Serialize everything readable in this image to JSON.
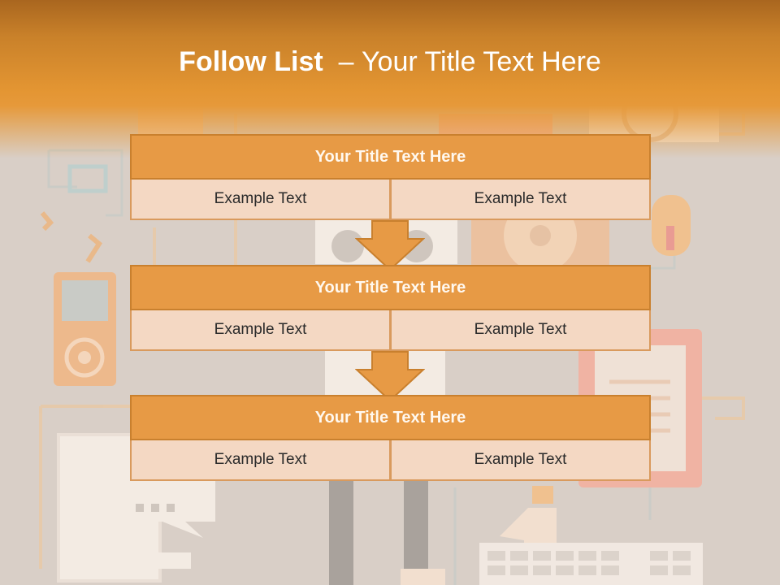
{
  "slide": {
    "title_bold": "Follow List",
    "title_separator": "–",
    "title_rest": "Your Title Text Here",
    "blocks": [
      {
        "header": "Your Title Text Here",
        "cells": [
          "Example Text",
          "Example Text"
        ]
      },
      {
        "header": "Your Title Text Here",
        "cells": [
          "Example Text",
          "Example Text"
        ]
      },
      {
        "header": "Your Title Text Here",
        "cells": [
          "Example Text",
          "Example Text"
        ]
      }
    ]
  },
  "colors": {
    "header_orange": "#e39532",
    "block_header": "#e79a45",
    "block_cell": "#f4d8c3",
    "background": "#d9cfc7"
  },
  "background_icons": [
    "music-note-icon",
    "mp3-player-icon",
    "headphones-icon",
    "camera-icon",
    "mouse-icon",
    "cd-icon",
    "ebook-reader-icon",
    "monitor-icon",
    "chat-bubble-icon",
    "keyboard-icon",
    "hand-icon",
    "person-with-glasses-icon"
  ]
}
